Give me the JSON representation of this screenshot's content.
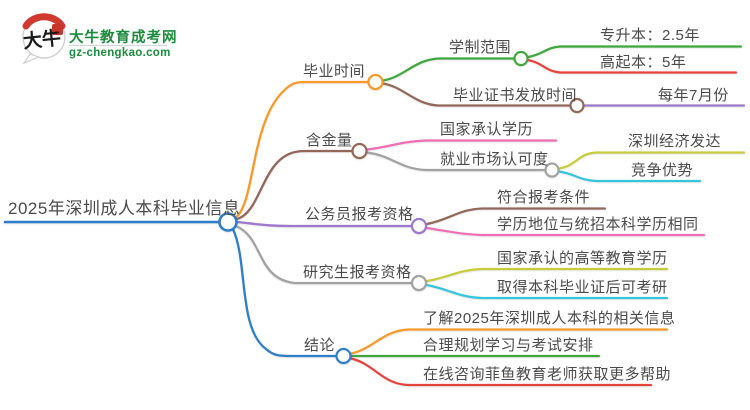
{
  "logo": {
    "bubble_text": "大牛",
    "site_name": "大牛教育成考网",
    "site_url": "gz-chengkao.com"
  },
  "palette": {
    "blue": "#2f7ec7",
    "orange": "#f59a2b",
    "brown": "#92685a",
    "purple": "#9c79cc",
    "gray": "#a2a2a2",
    "green": "#3fa73f",
    "red": "#e6423c",
    "pink": "#f06eb4",
    "olive": "#c7cc3a",
    "cyan": "#36c6dc",
    "logo_green": "#1d8a3f",
    "text": "#4a4a4a"
  },
  "mindmap": {
    "root": {
      "label": "2025年深圳成人本科毕业信息"
    },
    "nodes": {
      "graduation_time": "毕业时间",
      "study_period": "学制范围",
      "zhuanshengben": "专升本：2.5年",
      "gaoqiben": "高起本：5年",
      "diploma_issue_time": "毕业证书发放时间",
      "july_each_year": "每年7月份",
      "value": "含金量",
      "state_recognized": "国家承认学历",
      "job_market": "就业市场认可度",
      "shenzhen_economy": "深圳经济发达",
      "competitive_edge": "竞争优势",
      "civil_servant": "公务员报考资格",
      "meet_requirements": "符合报考条件",
      "equal_status": "学历地位与统招本科学历相同",
      "postgraduate": "研究生报考资格",
      "state_recognized_higher_edu": "国家承认的高等教育学历",
      "eligible_after_diploma": "取得本科毕业证后可考研",
      "conclusion": "结论",
      "understand_info": "了解2025年深圳成人本科的相关信息",
      "plan_study": "合理规划学习与考试安排",
      "online_consult": "在线咨询菲鱼教育老师获取更多帮助"
    }
  }
}
